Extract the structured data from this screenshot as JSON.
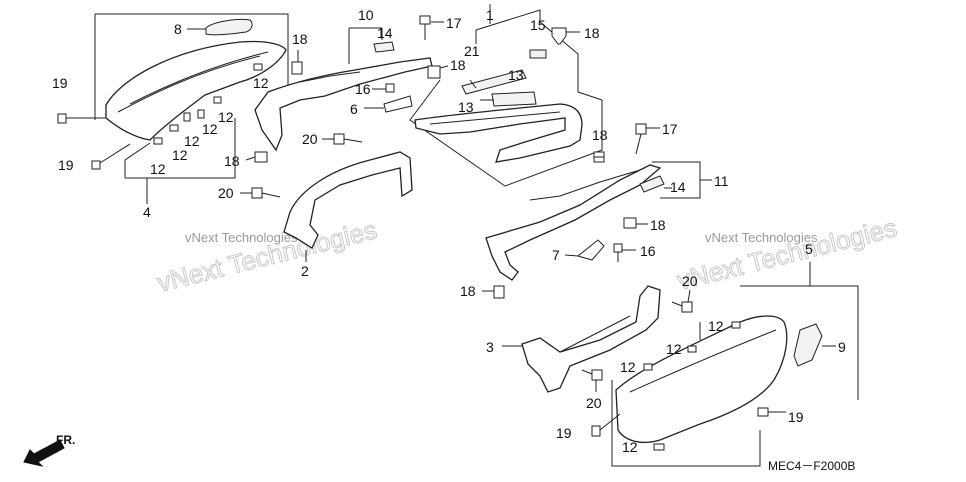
{
  "diagram": {
    "code": "MEC4－F2000B",
    "direction_label": "FR.",
    "watermarks": [
      "vNext Technologies",
      "vNext Technologies",
      "vNext Technologies",
      "vNext Technologies"
    ],
    "callouts": {
      "c1": "1",
      "c2": "2",
      "c3": "3",
      "c4": "4",
      "c5": "5",
      "c6": "6",
      "c7": "7",
      "c8": "8",
      "c9": "9",
      "c10": "10",
      "c11": "11",
      "c12": "12",
      "c13": "13",
      "c14": "14",
      "c15": "15",
      "c16": "16",
      "c17": "17",
      "c18": "18",
      "c19": "19",
      "c20": "20",
      "c21": "21"
    }
  }
}
